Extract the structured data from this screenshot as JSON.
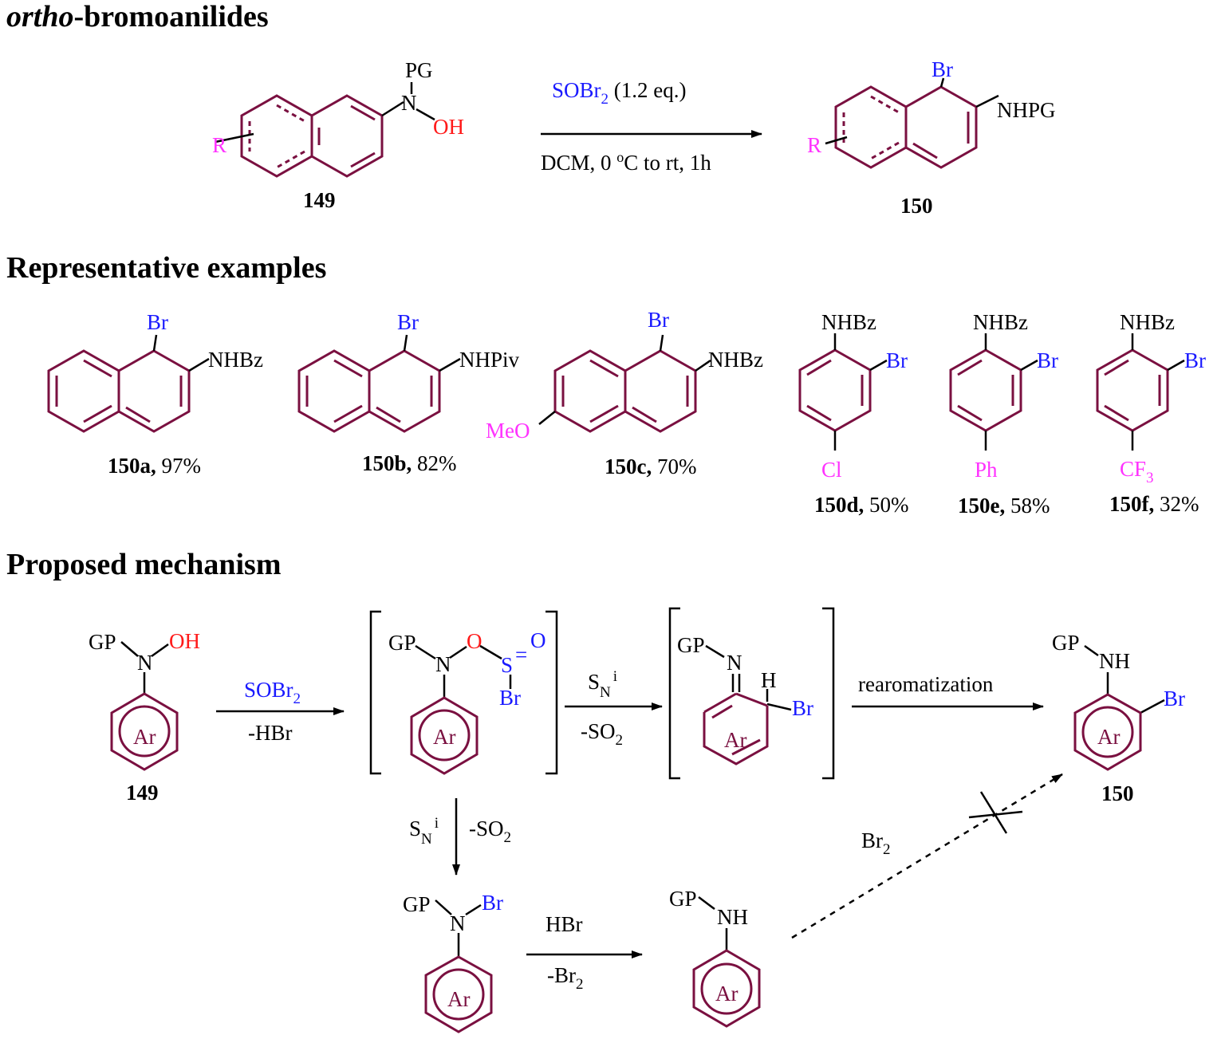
{
  "colors": {
    "ring": "#7a1040",
    "bromine": "#1a1aff",
    "substituent": "#ff33ff",
    "oxygen": "#ff1a1a",
    "text": "#000000"
  },
  "sections": {
    "title_italic": "ortho",
    "title_rest": "-bromoanilides",
    "examples": "Representative examples",
    "mechanism": "Proposed mechanism"
  },
  "reaction": {
    "reagent_name": "SOBr",
    "reagent_sub": "2",
    "reagent_eq": " (1.2 eq.)",
    "conditions_pre": "DCM, 0 ",
    "conditions_sup": "o",
    "conditions_post": "C to rt, 1h",
    "sm": {
      "pg": "PG",
      "n": "N",
      "oh": "OH",
      "r": "R",
      "label": "149"
    },
    "product": {
      "br": "Br",
      "nhpg": "NHPG",
      "r": "R",
      "label": "150"
    }
  },
  "examples": [
    {
      "id": "150a",
      "yield": " 97%",
      "br": "Br",
      "amide": "NHBz"
    },
    {
      "id": "150b",
      "yield": " 82%",
      "br": "Br",
      "amide": "NHPiv"
    },
    {
      "id": "150c",
      "yield": " 70%",
      "br": "Br",
      "amide": "NHBz",
      "sub": "MeO"
    },
    {
      "id": "150d",
      "yield": " 50%",
      "br": "Br",
      "amide": "NHBz",
      "sub": "Cl"
    },
    {
      "id": "150e",
      "yield": " 58%",
      "br": "Br",
      "amide": "NHBz",
      "sub": "Ph"
    },
    {
      "id": "150f",
      "yield": " 32%",
      "br": "Br",
      "amide": "NHBz",
      "sub": "CF",
      "sub_sub": "3"
    }
  ],
  "mechanism": {
    "ar": "Ar",
    "gp": "GP",
    "n": "N",
    "nh": "NH",
    "oh": "OH",
    "o": "O",
    "s": "S",
    "eq": "=",
    "br": "Br",
    "h": "H",
    "label_sm": "149",
    "label_product": "150",
    "step1_top_a": "SOBr",
    "step1_top_sub": "2",
    "step1_bottom": "-HBr",
    "step2_s": "S",
    "step2_n": "N",
    "step2_i": "i",
    "step2_bottom_a": "-SO",
    "step2_bottom_sub": "2",
    "step3_top": "rearomatization",
    "down_s": "S",
    "down_n": "N",
    "down_i": "i",
    "down_right_a": "-SO",
    "down_right_sub": "2",
    "hbr_top": "HBr",
    "hbr_bottom_a": "-Br",
    "hbr_bottom_sub": "2",
    "br2_a": "Br",
    "br2_sub": "2"
  }
}
